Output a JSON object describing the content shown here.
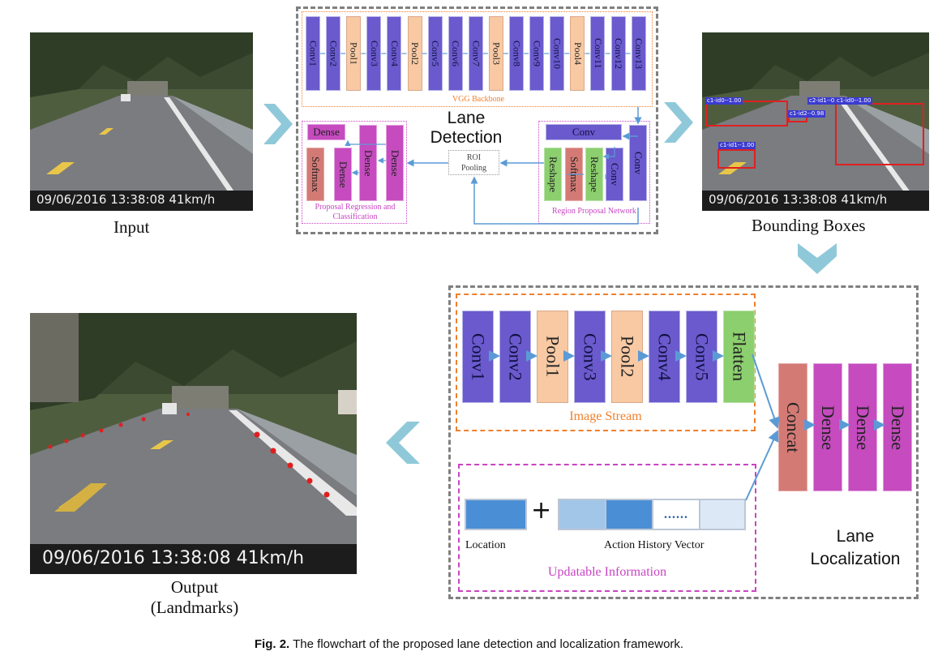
{
  "panels": {
    "input_label": "Input",
    "bbox_label": "Bounding Boxes",
    "output_label_line1": "Output",
    "output_label_line2": "(Landmarks)",
    "overlay_text": "09/06/2016 13:38:08 41km/h"
  },
  "detections": [
    "c1-id0--1.00",
    "c2-id1--0.97",
    "c1-id0--1.00",
    "c1-id2--0.98",
    "c1-id1--1.00"
  ],
  "lane_detection": {
    "title_line1": "Lane",
    "title_line2": "Detection",
    "vgg_layers": [
      "Conv1",
      "Conv2",
      "Pool1",
      "Conv3",
      "Conv4",
      "Pool2",
      "Conv5",
      "Conv6",
      "Conv7",
      "Pool3",
      "Conv8",
      "Conv9",
      "Conv10",
      "Pool4",
      "Conv11",
      "Conv12",
      "Conv13"
    ],
    "vgg_label": "VGG Backbone",
    "roi_line1": "ROI",
    "roi_line2": "Pooling",
    "prc": {
      "dense_top": "Dense",
      "softmax": "Softmax",
      "dense_mid": "Dense",
      "dense_a": "Dense",
      "dense_b": "Dense",
      "label_line1": "Proposal Regression and",
      "label_line2": "Classification"
    },
    "rpn": {
      "conv_top": "Conv",
      "reshape1": "Reshape",
      "softmax": "Softmax",
      "reshape2": "Reshape",
      "conv_inner": "Conv",
      "conv_right": "Conv",
      "label": "Region Proposal Network"
    }
  },
  "lane_localization": {
    "title_line1": "Lane",
    "title_line2": "Localization",
    "image_stream_layers": [
      "Conv1",
      "Conv2",
      "Pool1",
      "Conv3",
      "Pool2",
      "Conv4",
      "Conv5",
      "Flatten"
    ],
    "image_stream_label": "Image Stream",
    "head_layers": [
      "Concat",
      "Dense",
      "Dense",
      "Dense"
    ],
    "plus_sign": "+",
    "dots": "......",
    "location_label": "Location",
    "action_label": "Action History Vector",
    "updatable_label": "Updatable Information"
  },
  "caption": {
    "bold": "Fig. 2.",
    "text": "The flowchart of the proposed lane detection and localization framework."
  },
  "colors": {
    "conv": "#6a5acd",
    "pool": "#f8c9a3",
    "dense": "#c54bbf",
    "softmax": "#d47a75",
    "reshape": "#8ccf6e",
    "arrow": "#5b9bd5",
    "chevron": "#8fc9d9",
    "orange_dash": "#f07f2b",
    "magenta_dash": "#c844c2",
    "gray_dash": "#808080"
  }
}
